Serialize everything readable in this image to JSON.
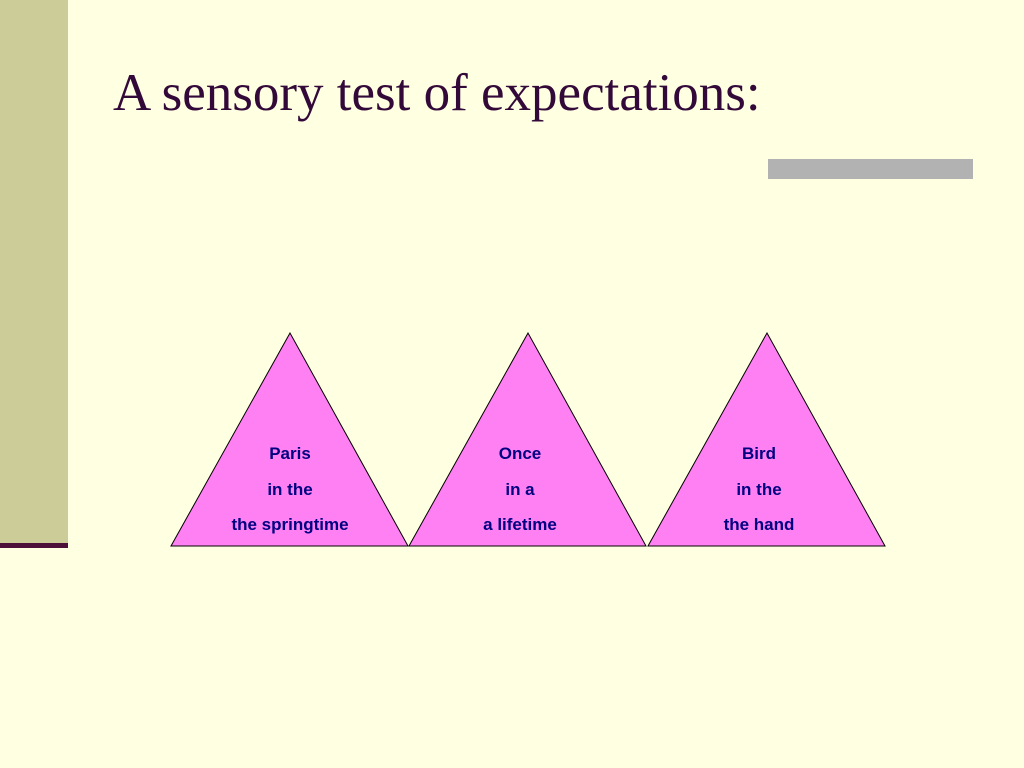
{
  "slide": {
    "title": "A sensory test of expectations:"
  },
  "colors": {
    "background": "#FFFFE1",
    "side_bar": "#CCCC99",
    "side_bar_underline": "#4D0F3A",
    "title_text": "#33093A",
    "accent_bar": "#B2B2B2",
    "triangle_fill": "#FF80F2",
    "triangle_stroke": "#000000",
    "triangle_text": "#000080"
  },
  "triangles": [
    {
      "lines": [
        "Paris",
        "in the",
        "the springtime"
      ]
    },
    {
      "lines": [
        "Once",
        "in a",
        "a lifetime"
      ]
    },
    {
      "lines": [
        "Bird",
        "in the",
        "the hand"
      ]
    }
  ]
}
